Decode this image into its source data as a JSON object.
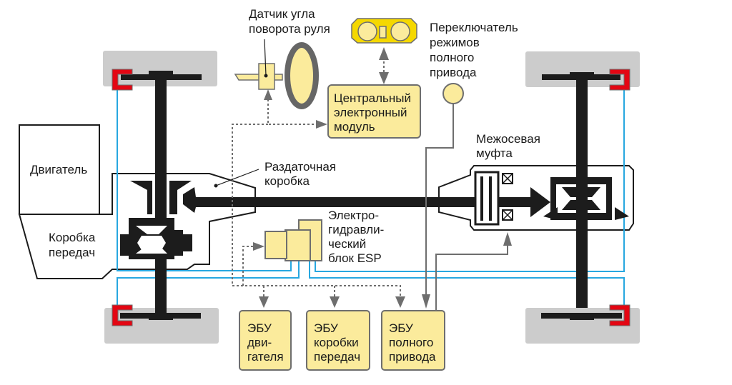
{
  "diagram": {
    "title": "Схема полного привода с межосевой муфтой",
    "labels": {
      "steering_sensor": [
        "Датчик угла",
        "поворота руля"
      ],
      "central_module": [
        "Центральный",
        "электронный",
        "модуль"
      ],
      "awd_switch": [
        "Переключатель",
        "режимов",
        "полного",
        "привода"
      ],
      "engine": [
        "Двигатель"
      ],
      "gearbox": [
        "Коробка",
        "передач"
      ],
      "transfer_case": [
        "Раздаточная",
        "коробка"
      ],
      "center_coupling": [
        "Межосевая",
        "муфта"
      ],
      "esp_block": [
        "Электро-",
        "гидравли-",
        "ческий",
        "блок ESP"
      ],
      "ecu_engine": [
        "ЭБУ",
        "дви-",
        "гателя"
      ],
      "ecu_gearbox": [
        "ЭБУ",
        "коробки",
        "передач"
      ],
      "ecu_awd": [
        "ЭБУ",
        "полного",
        "привода"
      ]
    },
    "colors": {
      "box_fill": "#fbeb9c",
      "dashboard_fill": "#f5d800",
      "brake": "#e30613",
      "hydraulic_lines": "#27a7e0",
      "signal_lines": "#6e6e6e",
      "drivetrain": "#1c1c1c",
      "wheel": "#cccccc"
    },
    "legend_semantics": {
      "blue_lines": "hydraulic brake lines",
      "dotted_gray_lines": "data bus",
      "solid_gray_lines": "control signal"
    }
  }
}
